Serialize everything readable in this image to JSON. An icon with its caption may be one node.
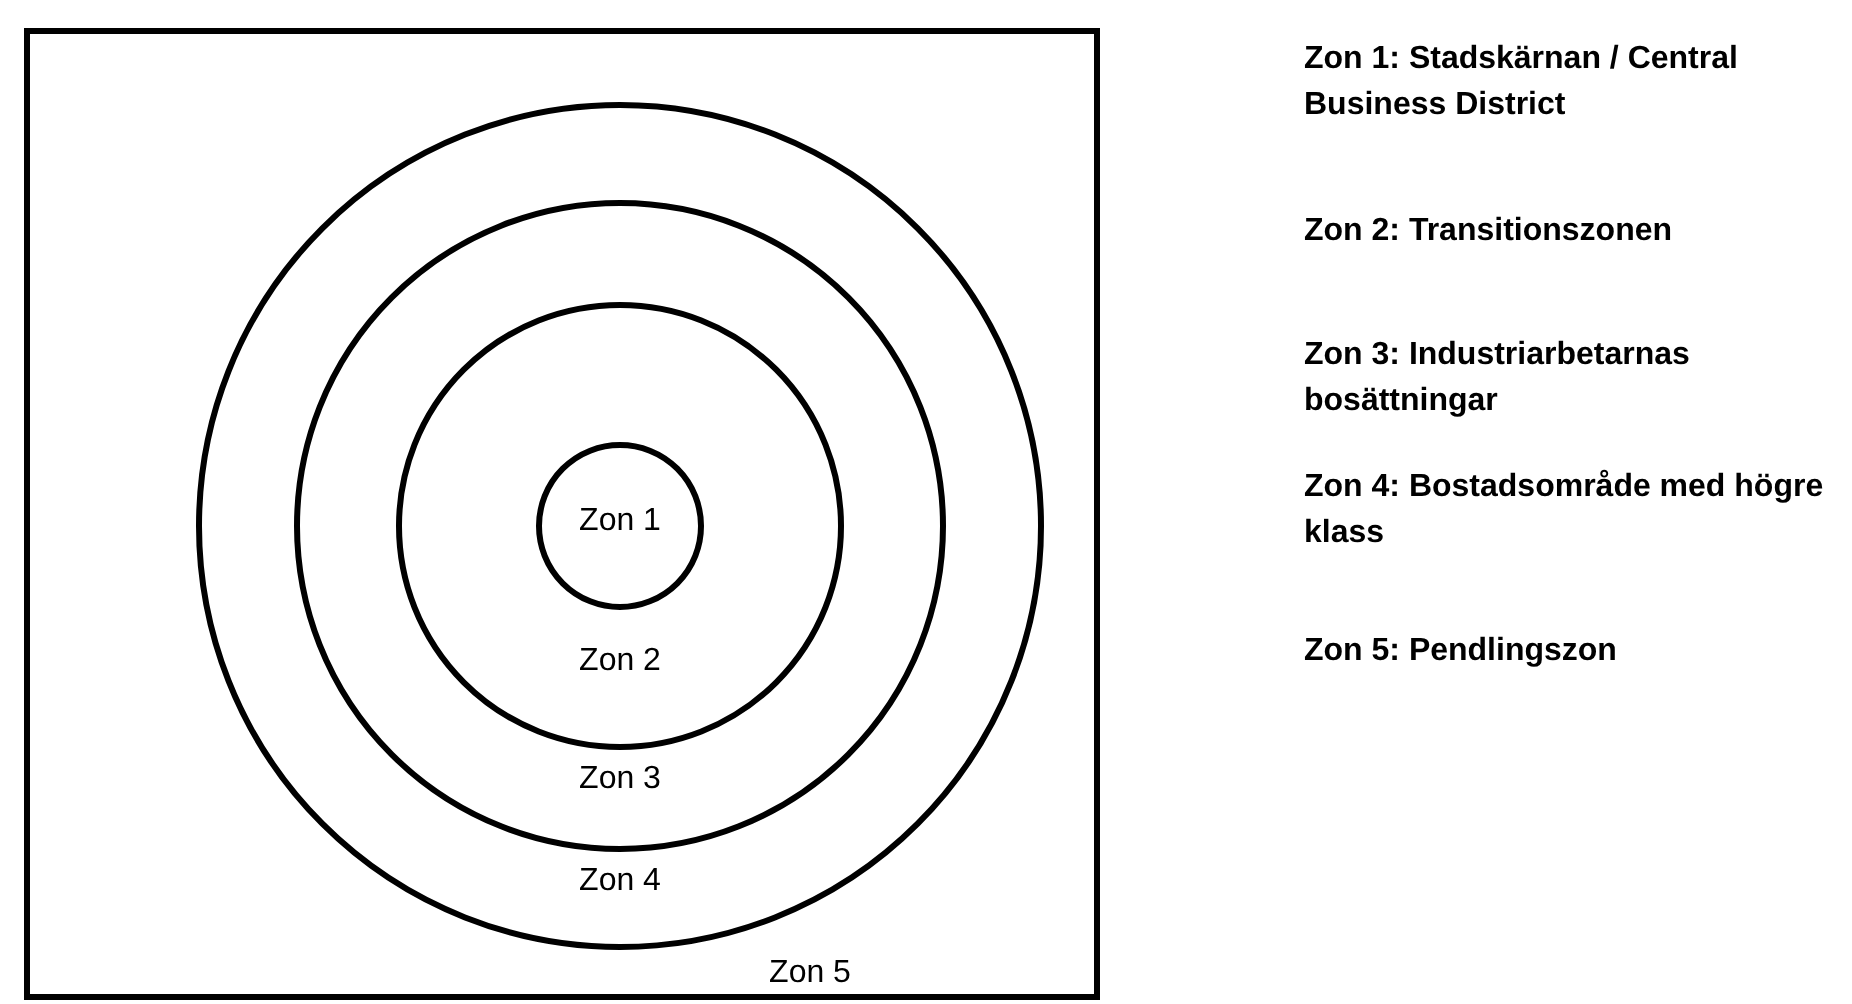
{
  "diagram": {
    "nodes": [
      {
        "text": [
          "Zon 5"
        ]
      },
      {
        "text": [
          "Zon 4"
        ],
        "in": 0
      },
      {
        "text": [
          "Zon 3"
        ],
        "in": 1
      },
      {
        "text": [
          "Zon 2"
        ],
        "in": 2
      },
      {
        "text": [
          "Zon 1"
        ],
        "in": 3
      }
    ],
    "edges": [],
    "labels": [
      "Zon 1: Stadskärnan / Central Business District",
      "Zon 2: Transitionszonen",
      "Zon 3: Industriarbetarnas bosättningar",
      "Zon 4: Bostadsområde med högre klass",
      "Zon 5: Pendlingszon"
    ]
  }
}
